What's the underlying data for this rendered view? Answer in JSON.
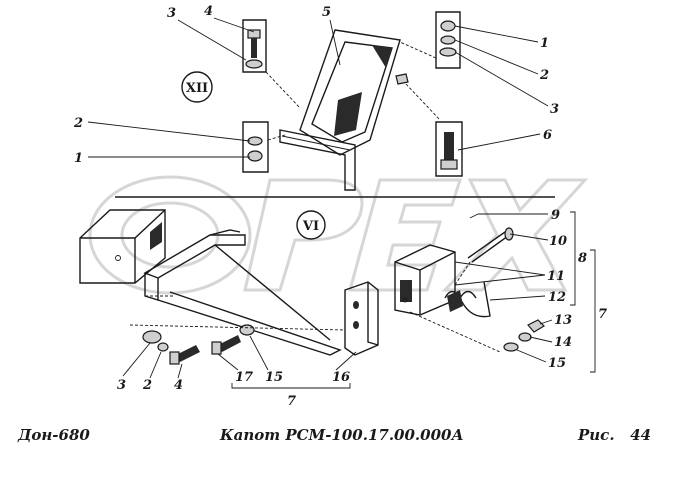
{
  "watermark": "OPEX",
  "views": {
    "upper": "XII",
    "lower": "VI"
  },
  "callouts": {
    "c3_top": "3",
    "c4_top": "4",
    "c5": "5",
    "c1_right": "1",
    "c2_right": "2",
    "c3_right": "3",
    "c6": "6",
    "c2_left": "2",
    "c1_left": "1",
    "c9": "9",
    "c10": "10",
    "c11": "11",
    "c8": "8",
    "c12": "12",
    "c7_right": "7",
    "c13": "13",
    "c14": "14",
    "c15_right": "15",
    "c3_bottom": "3",
    "c2_bottom": "2",
    "c4_bottom": "4",
    "c17": "17",
    "c15_bottom": "15",
    "c16": "16",
    "c7_bottom": "7"
  },
  "footer": {
    "left": "Дон-680",
    "center": "Капот РСМ-100.17.00.000А",
    "right_label": "Рис.",
    "right_number": "44"
  },
  "colors": {
    "ink": "#1a1a1a",
    "watermark": "#d6d6d6",
    "paper": "#ffffff"
  }
}
